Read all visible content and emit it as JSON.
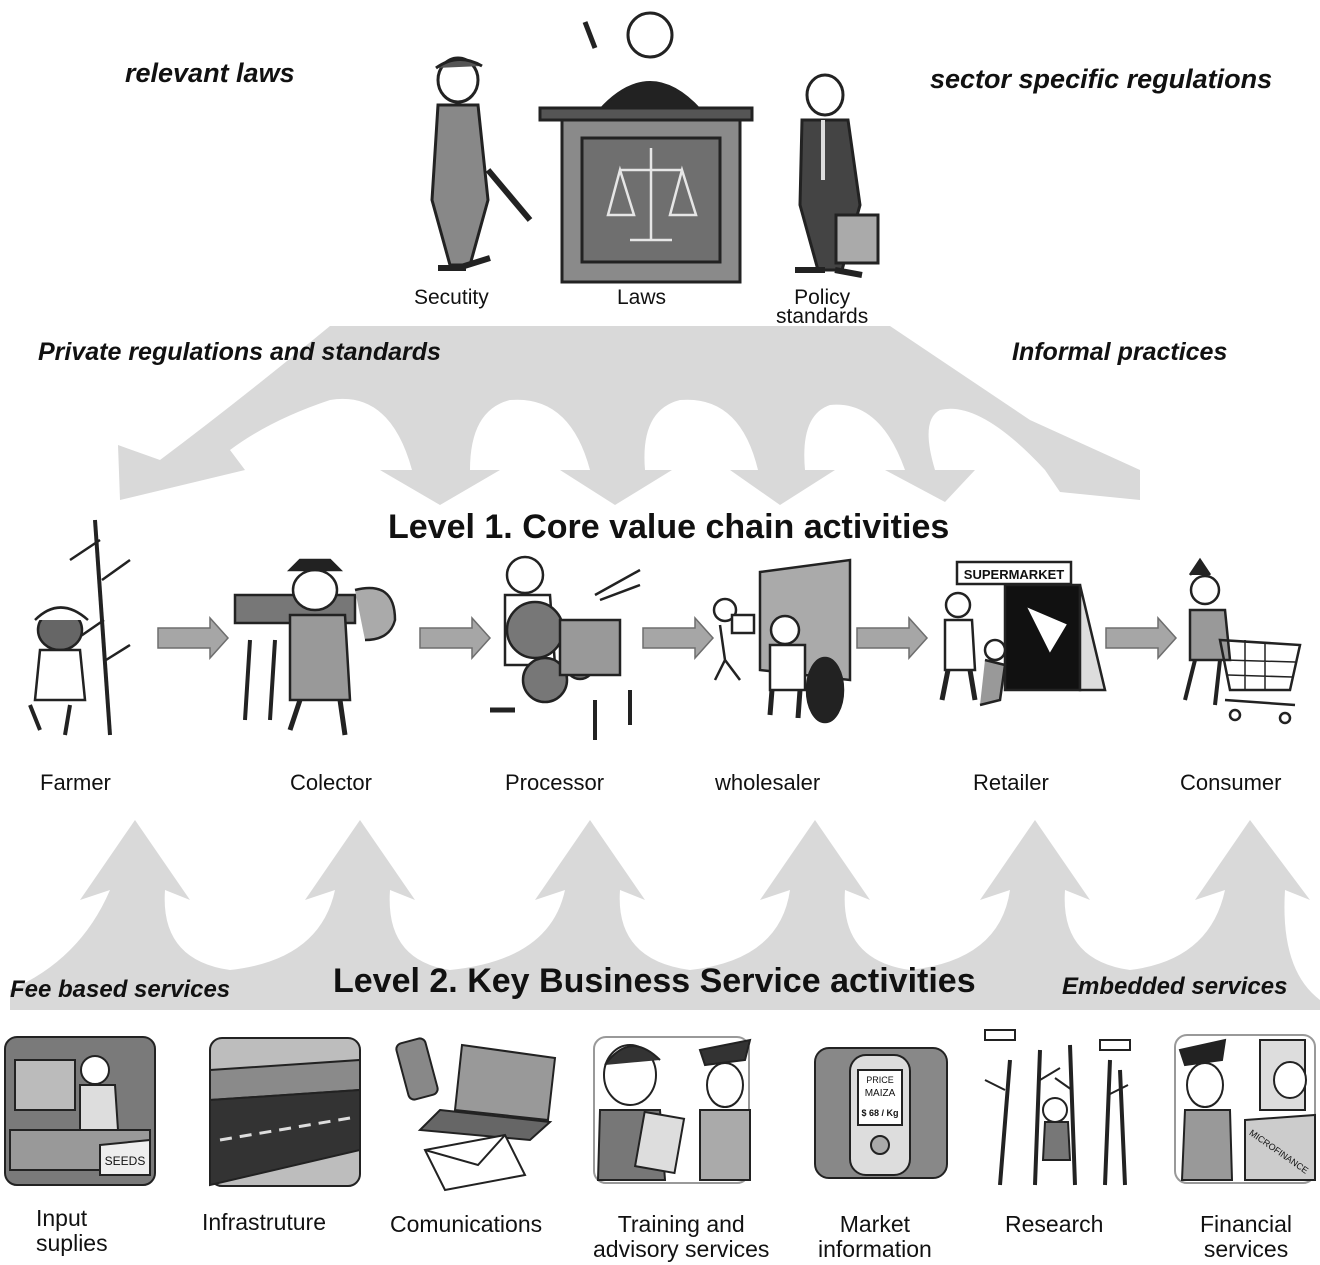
{
  "header": {
    "top_left": "relevant laws",
    "top_right": "sector specific regulations",
    "mid_left": "Private regulations and standards",
    "mid_right": "Informal practices"
  },
  "enforcers": [
    {
      "label": "Secutity",
      "icon": "security-guard-icon"
    },
    {
      "label": "Laws",
      "icon": "judge-bench-scales-icon"
    },
    {
      "label": "Policy\nstandards",
      "icon": "lawyer-icon"
    }
  ],
  "level1": {
    "title": "Level 1. Core value chain activities",
    "actors": [
      {
        "label": "Farmer",
        "icon": "farmer-icon"
      },
      {
        "label": "Colector",
        "icon": "collector-donkey-icon"
      },
      {
        "label": "Processor",
        "icon": "processor-machine-icon"
      },
      {
        "label": "wholesaler",
        "icon": "wholesaler-truck-icon"
      },
      {
        "label": "Retailer",
        "icon": "supermarket-icon"
      },
      {
        "label": "Consumer",
        "icon": "shopping-cart-icon"
      }
    ],
    "supermarket_sign": "SUPERMARKET"
  },
  "level2": {
    "title": "Level 2. Key Business Service activities",
    "left_label": "Fee based services",
    "right_label": "Embedded services",
    "services": [
      {
        "label": "Input\nsuplies",
        "icon": "input-supplies-icon",
        "art_text": "SEEDS"
      },
      {
        "label": "Infrastruture",
        "icon": "road-icon",
        "art_text": ""
      },
      {
        "label": "Comunications",
        "icon": "phone-laptop-envelope-icon",
        "art_text": ""
      },
      {
        "label": "Training and\nadvisory services",
        "icon": "training-advisor-icon",
        "art_text": ""
      },
      {
        "label": "Market\ninformation",
        "icon": "mobile-price-icon",
        "art_text": "PRICE\nMAIZA\n$ 68 / Kg"
      },
      {
        "label": "Research",
        "icon": "maize-research-icon",
        "art_text": ""
      },
      {
        "label": "Financial\nservices",
        "icon": "microfinance-icon",
        "art_text": "MICROFINANCE"
      }
    ]
  },
  "colors": {
    "arrow_fill": "#d9d9d9",
    "flow_arrow": "#a6a6a6",
    "panel": "#7a7a7a"
  }
}
